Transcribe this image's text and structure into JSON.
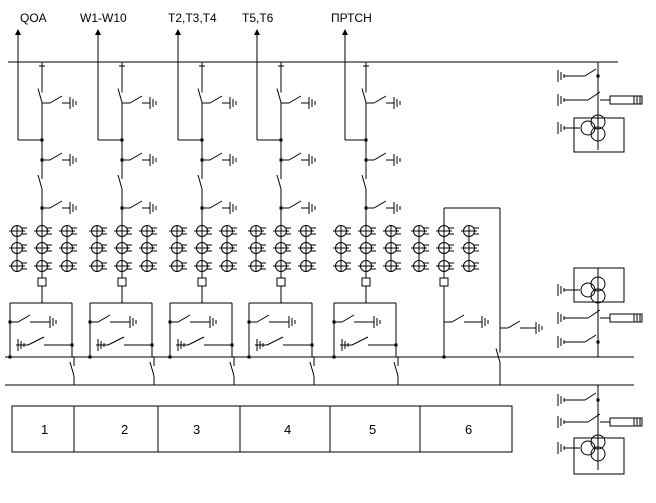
{
  "labels": {
    "feeder_1": "QOA",
    "feeder_2": "W1-W10",
    "feeder_3": "T2,T3,T4",
    "feeder_4": "T5,T6",
    "feeder_5": "ПРТСН"
  },
  "cells": [
    "1",
    "2",
    "3",
    "4",
    "5",
    "6"
  ],
  "colors": {
    "line": "#000000",
    "background": "#ffffff"
  }
}
